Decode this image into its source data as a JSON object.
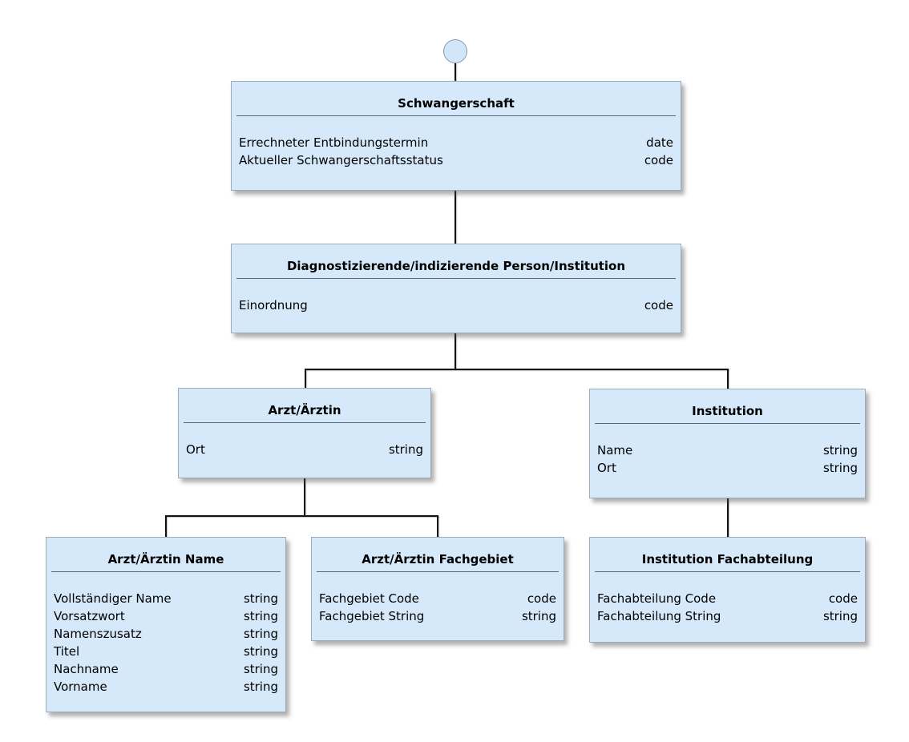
{
  "colors": {
    "canvas_background": "#ffffff",
    "node_fill": "#d6e9fb",
    "node_border": "#9faab8",
    "title_divider": "#55657a",
    "connector_line": "#121212",
    "text": "#000000"
  },
  "root_marker": "circle",
  "nodes": [
    {
      "id": "schwangerschaft",
      "title": "Schwangerschaft",
      "attributes": [
        {
          "name": "Errechneter Entbindungstermin",
          "type": "date"
        },
        {
          "name": "Aktueller Schwangerschaftsstatus",
          "type": "code"
        }
      ]
    },
    {
      "id": "diagnostizierende-person-institution",
      "title": "Diagnostizierende/indizierende Person/Institution",
      "attributes": [
        {
          "name": "Einordnung",
          "type": "code"
        }
      ]
    },
    {
      "id": "arzt-aerztin",
      "title": "Arzt/Ärztin",
      "attributes": [
        {
          "name": "Ort",
          "type": "string"
        }
      ]
    },
    {
      "id": "institution",
      "title": "Institution",
      "attributes": [
        {
          "name": "Name",
          "type": "string"
        },
        {
          "name": "Ort",
          "type": "string"
        }
      ]
    },
    {
      "id": "arzt-aerztin-name",
      "title": "Arzt/Ärztin Name",
      "attributes": [
        {
          "name": "Vollständiger Name",
          "type": "string"
        },
        {
          "name": "Vorsatzwort",
          "type": "string"
        },
        {
          "name": "Namenszusatz",
          "type": "string"
        },
        {
          "name": "Titel",
          "type": "string"
        },
        {
          "name": "Nachname",
          "type": "string"
        },
        {
          "name": "Vorname",
          "type": "string"
        }
      ]
    },
    {
      "id": "arzt-aerztin-fachgebiet",
      "title": "Arzt/Ärztin Fachgebiet",
      "attributes": [
        {
          "name": "Fachgebiet Code",
          "type": "code"
        },
        {
          "name": "Fachgebiet String",
          "type": "string"
        }
      ]
    },
    {
      "id": "institution-fachabteilung",
      "title": "Institution Fachabteilung",
      "attributes": [
        {
          "name": "Fachabteilung Code",
          "type": "code"
        },
        {
          "name": "Fachabteilung String",
          "type": "string"
        }
      ]
    }
  ],
  "edges": [
    {
      "from": "root-circle",
      "to": "schwangerschaft"
    },
    {
      "from": "schwangerschaft",
      "to": "diagnostizierende-person-institution"
    },
    {
      "from": "diagnostizierende-person-institution",
      "to": "arzt-aerztin"
    },
    {
      "from": "diagnostizierende-person-institution",
      "to": "institution"
    },
    {
      "from": "arzt-aerztin",
      "to": "arzt-aerztin-name"
    },
    {
      "from": "arzt-aerztin",
      "to": "arzt-aerztin-fachgebiet"
    },
    {
      "from": "institution",
      "to": "institution-fachabteilung"
    }
  ]
}
